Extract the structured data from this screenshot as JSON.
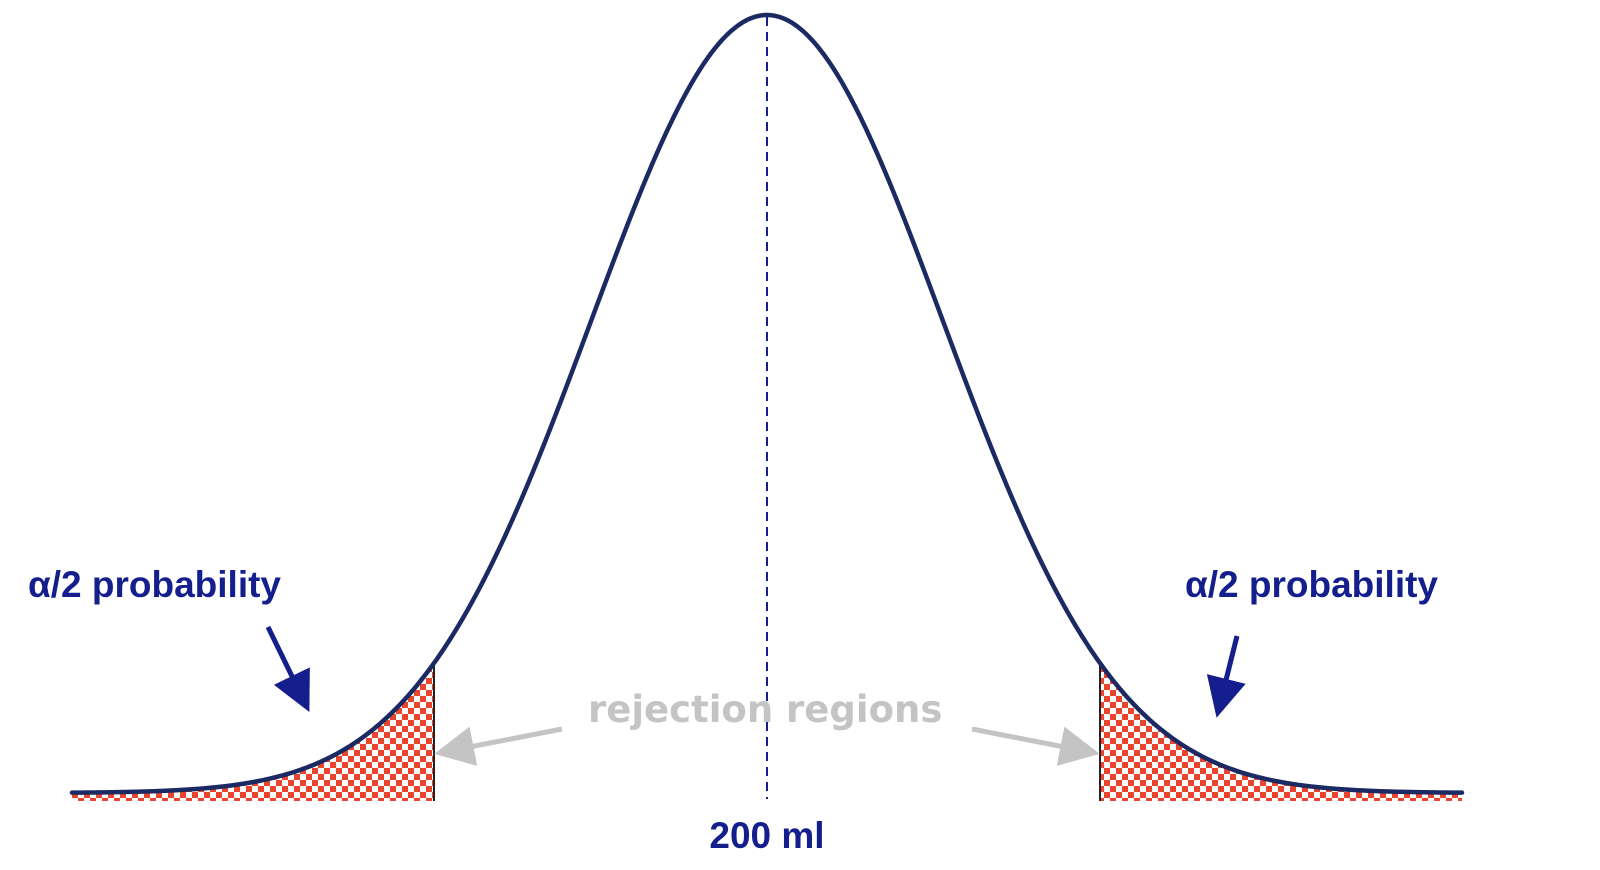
{
  "colors": {
    "curve": "#1c2a63",
    "label": "#141e8c",
    "annotation": "#c4c4c4",
    "hatch_red": "#e8452c",
    "hatch_white": "#ffffff",
    "boundary": "#222222"
  },
  "labels": {
    "left_prob": "α/2 probability",
    "right_prob": "α/2 probability",
    "rejection": "rejection regions",
    "center": "200 ml"
  }
}
